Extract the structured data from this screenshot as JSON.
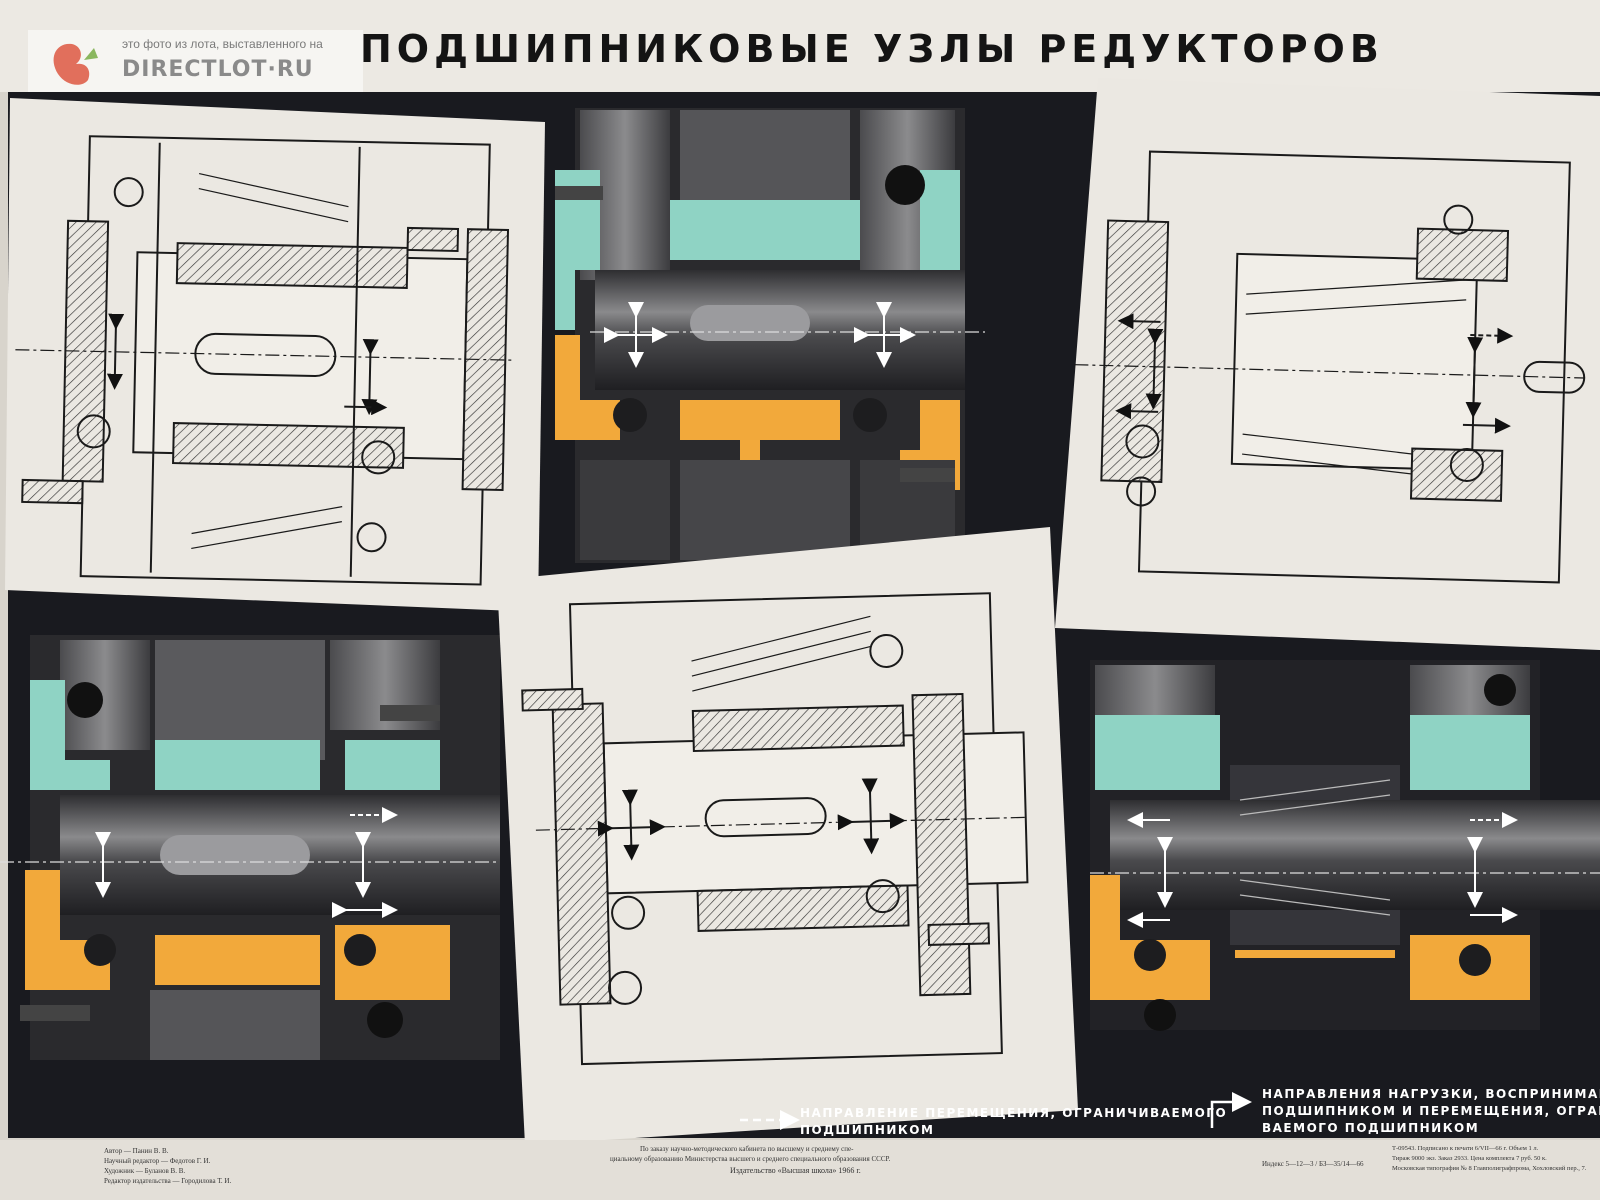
{
  "poster": {
    "title": "ПОДШИПНИКОВЫЕ УЗЛЫ РЕДУКТОРОВ"
  },
  "watermark": {
    "caption": "это фото из лота, выставленного на",
    "site": "DIRECTLOT·RU"
  },
  "legend": {
    "item1_line1": "НАПРАВЛЕНИЕ ПЕРЕМЕЩЕНИЯ, ОГРАНИЧИВАЕМОГО",
    "item1_line2": "ПОДШИПНИКОМ",
    "item2_line1": "НАПРАВЛЕНИЯ НАГРУЗКИ, ВОСПРИНИМАЕМОЙ",
    "item2_line2": "ПОДШИПНИКОМ И ПЕРЕМЕЩЕНИЯ, ОГРАНИЧИ-",
    "item2_line3": "ВАЕМОГО ПОДШИПНИКОМ"
  },
  "imprint": {
    "authors": [
      "Автор — Панин В. В.",
      "Научный редактор — Федотов Г. И.",
      "Художник — Буланов В. В.",
      "Редактор издательства — Городилова Т. И."
    ],
    "center": [
      "По заказу научно-методического кабинета по высшему и среднему спе-",
      "циальному образованию Министерства высшего и среднего специального образования СССР.",
      "Издательство «Высшая школа» 1966 г."
    ],
    "index": "Индекс 5—12—3 / БЗ—35/14—66",
    "right": [
      "Т-09543.   Подписано к печати 6/VII—66 г.   Объем 1 л.",
      "Тираж 9000 экз.   Заказ 2933.   Цена комплекта 7 руб. 50 к.",
      "Московская типография № 8 Главполиграфпрома, Хохловский пер., 7."
    ]
  },
  "colors": {
    "background_dark": "#191a1f",
    "paper": "#ebe8e2",
    "teal": "#8fd3c4",
    "orange": "#f2a93b",
    "steel_dark": "#3b3b3e",
    "steel_mid": "#6d6d70"
  }
}
